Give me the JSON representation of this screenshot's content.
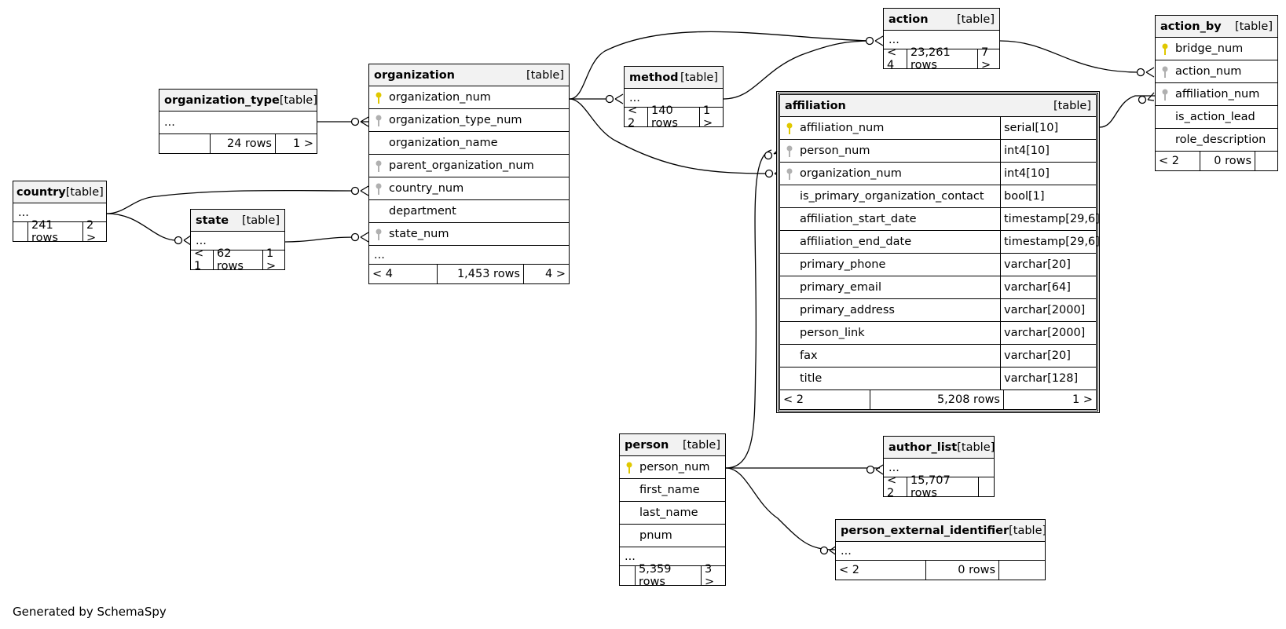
{
  "generated_by": "Generated by SchemaSpy",
  "colors": {
    "pk_key": "#e0c800",
    "fk_key": "#b0b0b0",
    "header_bg": "#f2f2f2"
  },
  "tables": {
    "organization_type": {
      "name": "organization_type",
      "kind": "[table]",
      "rows": [
        "..."
      ],
      "footer": [
        "",
        "24 rows",
        "1 >"
      ]
    },
    "country": {
      "name": "country",
      "kind": "[table]",
      "rows": [
        "..."
      ],
      "footer": [
        "",
        "241 rows",
        "2 >"
      ]
    },
    "state": {
      "name": "state",
      "kind": "[table]",
      "rows": [
        "..."
      ],
      "footer": [
        "< 1",
        "62 rows",
        "1 >"
      ]
    },
    "organization": {
      "name": "organization",
      "kind": "[table]",
      "rows": [
        "organization_num",
        "organization_type_num",
        "organization_name",
        "parent_organization_num",
        "country_num",
        "department",
        "state_num",
        "..."
      ],
      "footer": [
        "< 4",
        "1,453 rows",
        "4 >"
      ]
    },
    "method": {
      "name": "method",
      "kind": "[table]",
      "rows": [
        "..."
      ],
      "footer": [
        "< 2",
        "140 rows",
        "1 >"
      ]
    },
    "action": {
      "name": "action",
      "kind": "[table]",
      "rows": [
        "..."
      ],
      "footer": [
        "< 4",
        "23,261 rows",
        "7 >"
      ]
    },
    "action_by": {
      "name": "action_by",
      "kind": "[table]",
      "rows": [
        "bridge_num",
        "action_num",
        "affiliation_num",
        "is_action_lead",
        "role_description"
      ],
      "footer": [
        "< 2",
        "0 rows",
        ""
      ]
    },
    "affiliation": {
      "name": "affiliation",
      "kind": "[table]",
      "rows": [
        {
          "name": "affiliation_num",
          "type": "serial[10]"
        },
        {
          "name": "person_num",
          "type": "int4[10]"
        },
        {
          "name": "organization_num",
          "type": "int4[10]"
        },
        {
          "name": "is_primary_organization_contact",
          "type": "bool[1]"
        },
        {
          "name": "affiliation_start_date",
          "type": "timestamp[29,6]"
        },
        {
          "name": "affiliation_end_date",
          "type": "timestamp[29,6]"
        },
        {
          "name": "primary_phone",
          "type": "varchar[20]"
        },
        {
          "name": "primary_email",
          "type": "varchar[64]"
        },
        {
          "name": "primary_address",
          "type": "varchar[2000]"
        },
        {
          "name": "person_link",
          "type": "varchar[2000]"
        },
        {
          "name": "fax",
          "type": "varchar[20]"
        },
        {
          "name": "title",
          "type": "varchar[128]"
        }
      ],
      "footer": [
        "< 2",
        "5,208 rows",
        "1 >"
      ]
    },
    "person": {
      "name": "person",
      "kind": "[table]",
      "rows": [
        "person_num",
        "first_name",
        "last_name",
        "pnum",
        "..."
      ],
      "footer": [
        "",
        "5,359 rows",
        "3 >"
      ]
    },
    "author_list": {
      "name": "author_list",
      "kind": "[table]",
      "rows": [
        "..."
      ],
      "footer": [
        "< 2",
        "15,707 rows",
        ""
      ]
    },
    "person_external_identifier": {
      "name": "person_external_identifier",
      "kind": "[table]",
      "rows": [
        "..."
      ],
      "footer": [
        "< 2",
        "0 rows",
        ""
      ]
    }
  }
}
